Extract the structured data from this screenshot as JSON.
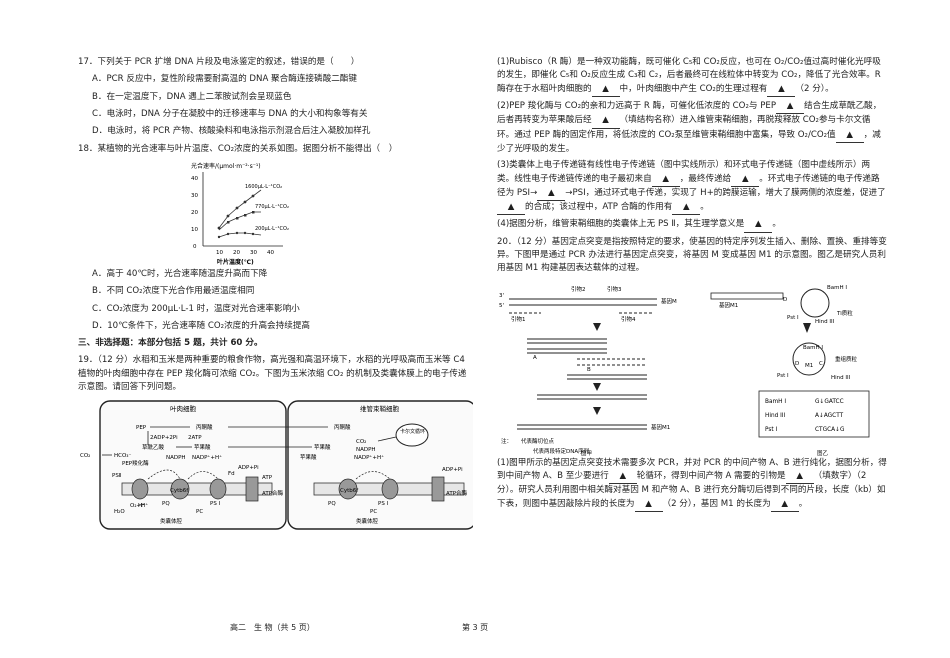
{
  "left": {
    "q17": {
      "stem": "17．下列关于 PCR 扩增 DNA 片段及电泳鉴定的叙述，错误的是（　　）",
      "options": [
        "A．PCR 反应中，复性阶段需要耐高温的 DNA 聚合酶连接磷酸二酯键",
        "B．在一定温度下，DNA 遇上二苯胺试剂会呈现蓝色",
        "C．电泳时，DNA 分子在凝胶中的迁移速率与 DNA 的大小和构象等有关",
        "D．电泳时，将 PCR 产物、核酸染料和电泳指示剂混合后注入凝胶加样孔"
      ]
    },
    "q18": {
      "stem": "18．某植物的光合速率与叶片温度、CO₂浓度的关系如图。据图分析不能得出（　）",
      "options": [
        "A．高于 40℃时，光合速率随温度升高而下降",
        "B．不同 CO₂浓度下光合作用最适温度相同",
        "C．CO₂浓度为 200μL·L-1 时，温度对光合速率影响小",
        "D．10℃条件下，光合速率随 CO₂浓度的升高会持续提高"
      ]
    },
    "section3": "三、非选择题：本部分包括 5 题，共计 60 分。",
    "q19": {
      "stem": "19．（12 分）水稻和玉米是两种重要的粮食作物，高光强和高温环境下，水稻的光呼吸高而玉米等 C4 植物的叶肉细胞中存在 PEP 羧化酶可浓缩 CO₂。下图为玉米浓缩 CO₂ 的机制及类囊体膜上的电子传递示意图。请回答下列问题。"
    },
    "footer_left": "高二　生 物（共 5 页）"
  },
  "right": {
    "q19_parts": [
      "(1)Rubisco（R 酶）是一种双功能酶，既可催化 C₅和 CO₂反应，也可在 O₂/CO₂值过高时催化光呼吸的发生，即催化 C₅和 O₂反应生成 C₃和 C₂，后者最终可在线粒体中转变为 CO₂，降低了光合效率。R 酶存在于水稻叶肉细胞的____中，叶肉细胞中产生 CO₂的生理过程有____（2 分）。",
      "(2)PEP 羧化酶与 CO₂的亲和力远高于 R 酶，可催化低浓度的 CO₂与 PEP____结合生成草酰乙酸，后者再转变为苹果酸后经____（填结构名称）进入维管束鞘细胞，再脱羧释放 CO₂参与卡尔文循环。通过 PEP 酶的固定作用，将低浓度的 CO₂泵至维管束鞘细胞中富集，导致 O₂/CO₂值____，减少了光呼吸的发生。",
      "(3)类囊体上电子传递链有线性电子传递链（图中实线所示）和环式电子传递链（图中虚线所示）两类。线性电子传递链传递的电子最初来自____，最终传递给____。环式电子传递链的电子传递路径为 PSI→____→PSI，通过环式电子传递，实现了 H+的跨膜运输，增大了膜两侧的浓度差，促进了____的合成；该过程中，ATP 合酶的作用有____。",
      "(4)据图分析，维管束鞘细胞的类囊体上无 PS Ⅱ，其生理学意义是____。"
    ],
    "q20": "20．（12 分）基因定点突变是指按照特定的要求，使基因的特定序列发生插入、删除、置换、重排等变异。下图甲是通过 PCR 办法进行基因定点突变，将基因 M 变成基因 M1 的示意图。图乙是研究人员利用基因 M1 构建基因表达载体的过程。",
    "q20_parts": [
      "(1)图甲所示的基因定点突变技术需要多次 PCR，并对 PCR 的中间产物 A、B 进行纯化，据图分析，得到中间产物 A、B 至少要进行____轮循环，得到中间产物 A 需要的引物是____（填数字）（2 分）。研究人员利用图中相关酶对基因 M 和产物 A、B 进行充分酶切后得到不同的片段，长度（kb）如下表，则图中基因敲除片段的长度为____（2 分），基因 M1 的长度为____。"
    ],
    "footer_right": "第 3 页"
  },
  "blank_marker": "▲",
  "graph": {
    "title": "光合速率/(μmol·m⁻²·s⁻¹)",
    "xlabel": "叶片温度(℃)",
    "yticks": [
      "0",
      "10",
      "20",
      "30",
      "40"
    ],
    "xticks": [
      "10",
      "20",
      "30",
      "40"
    ],
    "series_labels": [
      "1600μL·L⁻¹CO₂",
      "770μL·L⁻¹CO₂",
      "200μL·L⁻¹CO₂"
    ]
  },
  "fig19": {
    "left_title": "叶肉细胞",
    "right_title": "维管束鞘细胞",
    "labels": {
      "pep": "PEP",
      "pyruvate": "丙酮酸",
      "adp": "2ADP+2Pi",
      "atp": "2ATP",
      "oaa": "草酰乙酸",
      "malate": "苹果酸",
      "nadph": "NADPH",
      "nadp": "NADP⁺+H⁺",
      "co2": "CO₂",
      "hco3": "HCO₃⁻",
      "pepcase": "PEP羧化酶",
      "calvin": "卡尔文循环",
      "psii": "PSⅡ",
      "psi": "PS Ⅰ",
      "cyt": "Cytb6f",
      "atpsyn": "ATP合酶",
      "lumen": "类囊体腔",
      "water": "H₂O",
      "o2h": "O₂+H⁺",
      "pq": "PQ",
      "pc": "PC",
      "fd": "Fd",
      "h": "H⁺",
      "adppi": "ADP+Pi",
      "atp2": "ATP"
    }
  },
  "fig20": {
    "caption_a": "图甲",
    "caption_b": "图乙",
    "legend1": "代表酶切位点",
    "legend2": "代表两段特定DNA序列",
    "note": "注：",
    "labels": [
      "引物1",
      "引物2",
      "引物3",
      "引物4",
      "基因M",
      "基因M1",
      "A",
      "B",
      "3'",
      "5'",
      "BamH I",
      "Hind III",
      "Pst I",
      "Ti质粒",
      "重组质粒",
      "D",
      "C",
      "M1",
      "G↓GATCC",
      "A↓AGCTT",
      "CTGCA↓G"
    ]
  }
}
